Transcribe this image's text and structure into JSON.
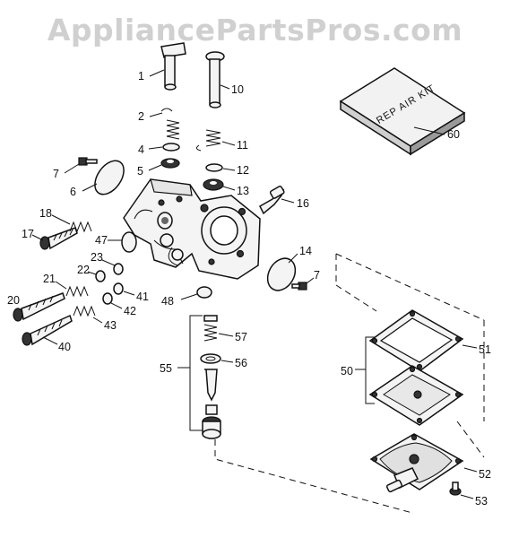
{
  "watermark": "AppliancePartsPros.com",
  "kit_text": "REP AIR KIT",
  "labels": {
    "l1": "1",
    "l2": "2",
    "l4": "4",
    "l5": "5",
    "l6": "6",
    "l7a": "7",
    "l10": "10",
    "l11": "11",
    "l12": "12",
    "l13": "13",
    "l14": "14",
    "l16": "16",
    "l7b": "7",
    "l17": "17",
    "l18": "18",
    "l47": "47",
    "l20": "20",
    "l21": "21",
    "l22": "22",
    "l23": "23",
    "l41": "41",
    "l42": "42",
    "l43": "43",
    "l40": "40",
    "l48": "48",
    "l55": "55",
    "l56": "56",
    "l57": "57",
    "l50": "50",
    "l51": "51",
    "l52": "52",
    "l53": "53",
    "l60": "60"
  }
}
